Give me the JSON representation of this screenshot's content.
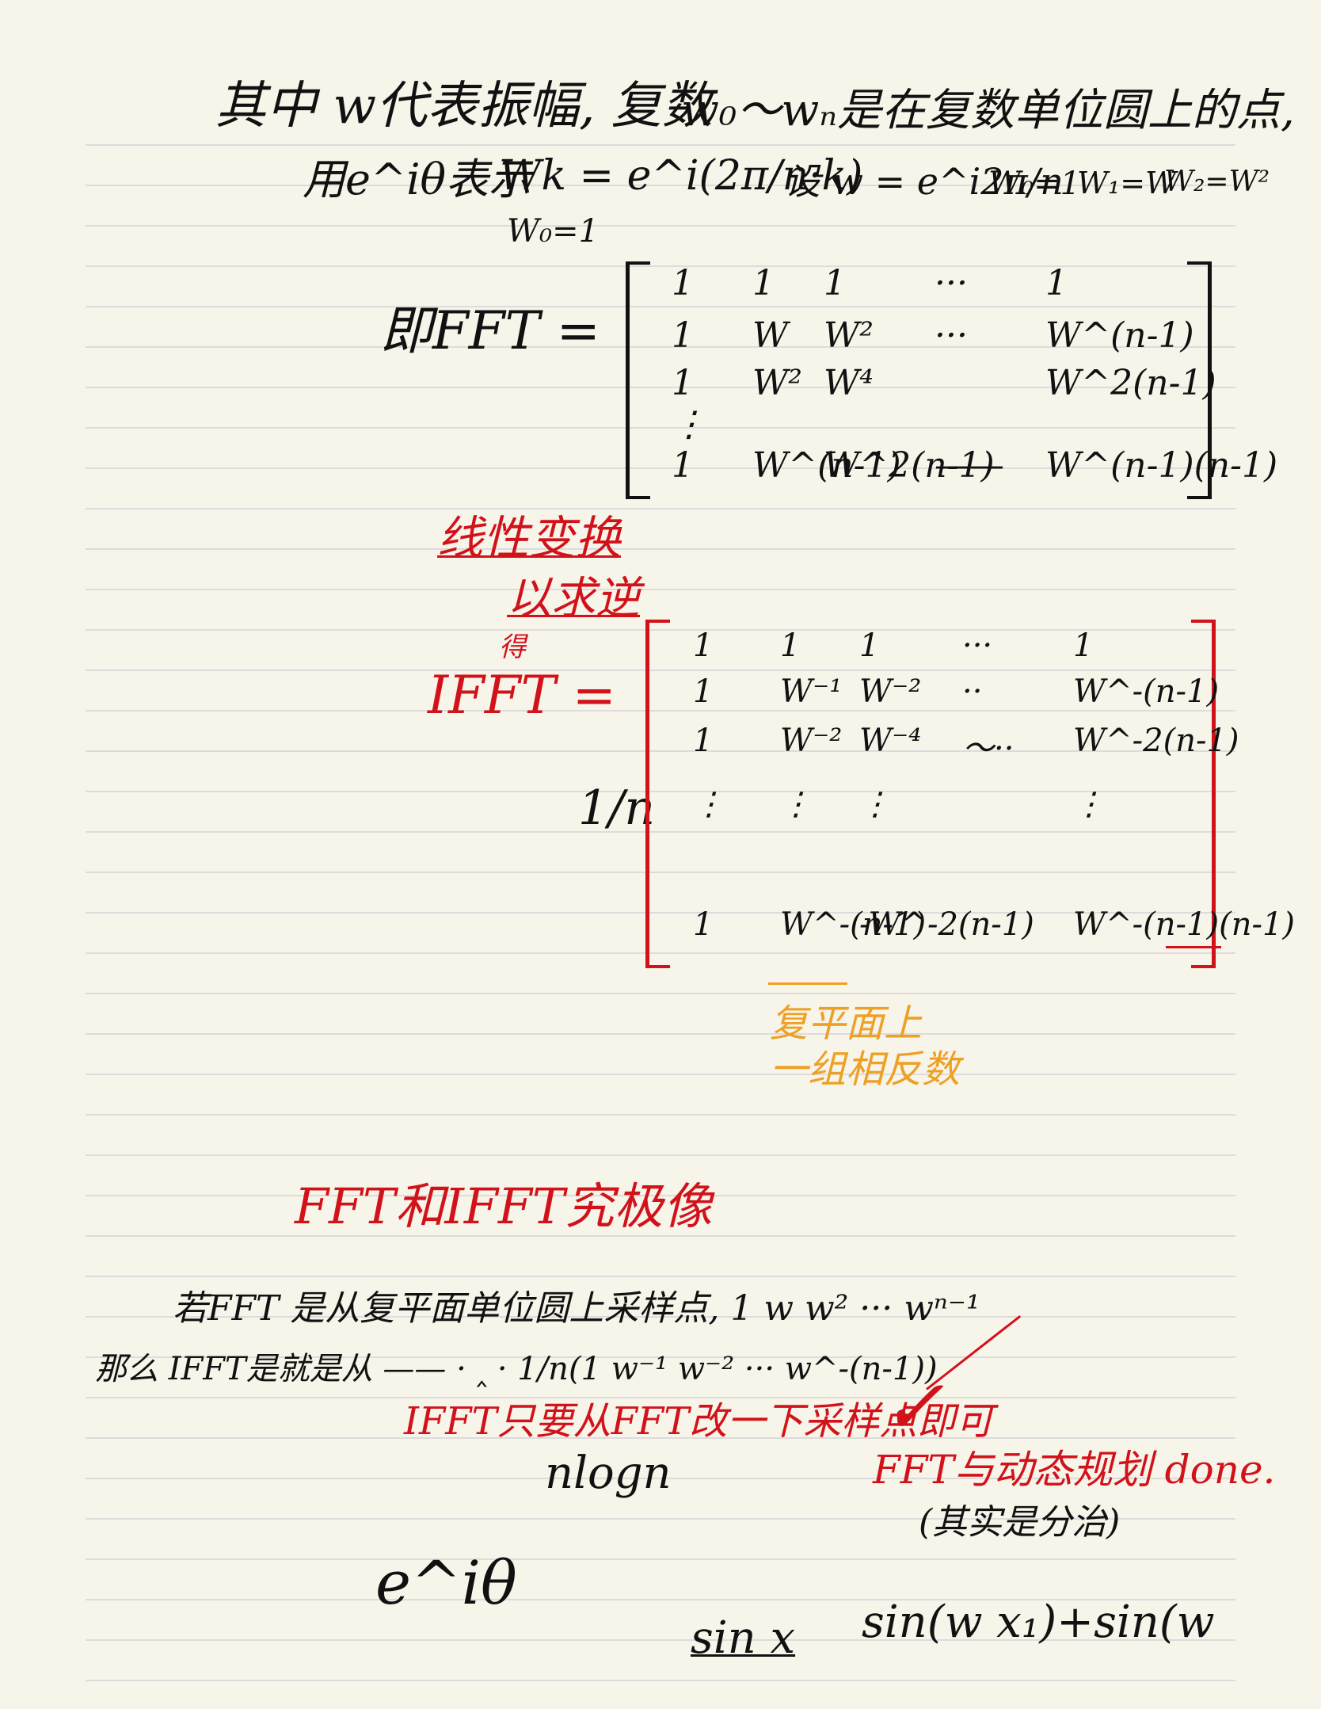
{
  "colors": {
    "paper": "#f7f4e9",
    "rule": "#dcdcdc",
    "ink_black": "#111111",
    "ink_red": "#d2121a",
    "ink_orange": "#eea024"
  },
  "header": {
    "line1_left": "其中 w代表振幅, 复数",
    "line1_right": "w₀～wₙ是在复数单位圆上的点,",
    "line2_intro": "用e^iθ表示",
    "line2_formula": "Wk = e^i(2π/n·k)",
    "line2_assume": "设 w = e^i2π/n",
    "line2_w0": "W₀=1",
    "line2_w1": "W₁=W",
    "line2_w2": "W₂=W²",
    "line3": "W₀=1"
  },
  "fft_matrix": {
    "label": "即FFT =",
    "rows": [
      [
        "1",
        "1",
        "1",
        "···",
        "1"
      ],
      [
        "1",
        "W",
        "W²",
        "···",
        "W^(n-1)"
      ],
      [
        "1",
        "W²",
        "W⁴",
        "",
        "W^2(n-1)"
      ],
      [
        "⋮",
        "",
        "",
        "",
        ""
      ],
      [
        "1",
        "W^(n-1)",
        "W^2(n-1)",
        "——",
        "W^(n-1)(n-1)"
      ]
    ]
  },
  "annotations_red": {
    "linear_transform": "线性变换",
    "by_inverse": "以求逆",
    "de": "得",
    "ifft_label": "IFFT =",
    "fft_ifft_similar": "FFT和IFFT究极像",
    "ifft_only_change": "IFFT只要从FFT改一下采样点即可",
    "fft_dp_done": "FFT与动态规划 done.",
    "checkmark": "✓"
  },
  "ifft_matrix": {
    "scale": "1/n",
    "rows": [
      [
        "1",
        "1",
        "1",
        "···",
        "1"
      ],
      [
        "1",
        "W⁻¹",
        "W⁻²",
        "··",
        "W^-(n-1)"
      ],
      [
        "1",
        "W⁻²",
        "W⁻⁴",
        "～··",
        "W^-2(n-1)"
      ],
      [
        "⋮",
        "⋮",
        "⋮",
        "",
        "⋮"
      ],
      [
        "1",
        "W^-(n-1)",
        "-W^-2(n-1)",
        "",
        "W^-(n-1)(n-1)"
      ]
    ]
  },
  "annotations_orange": {
    "line1": "复平面上",
    "line2": "一组相反数"
  },
  "body": {
    "if_fft": "若FFT 是从复平面单位圆上采样点, 1 w w² ··· wⁿ⁻¹",
    "then_ifft": "那么 IFFT是就是从 ——  · ‸ · 1/n(1 w⁻¹ w⁻² ··· w^-(n-1))",
    "complexity": "nlogn",
    "actually": "(其实是分治)",
    "e_itheta": "e^iθ",
    "sinx": "sin x",
    "sin_expr": "sin(w x₁)+sin(w"
  }
}
